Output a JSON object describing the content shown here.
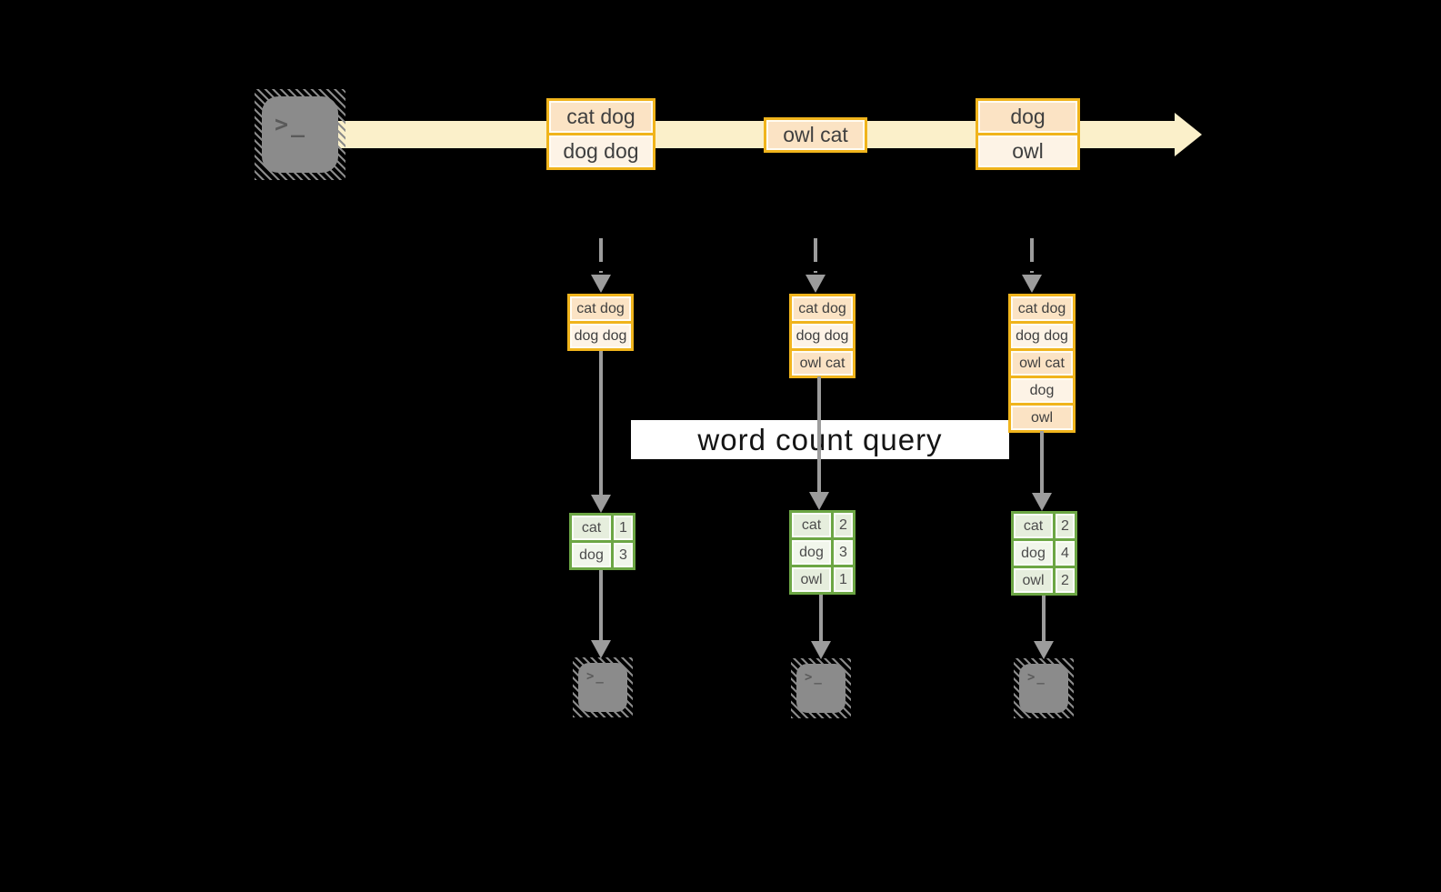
{
  "query_band": {
    "label": "word count query"
  },
  "stream": {
    "event_groups": [
      {
        "lines": [
          "cat dog",
          "dog dog"
        ]
      },
      {
        "lines": [
          "owl cat"
        ]
      },
      {
        "lines": [
          "dog",
          "owl"
        ]
      }
    ]
  },
  "pipelines": [
    {
      "buffer": [
        "cat dog",
        "dog dog"
      ],
      "counts": [
        {
          "word": "cat",
          "count": "1"
        },
        {
          "word": "dog",
          "count": "3"
        }
      ]
    },
    {
      "buffer": [
        "cat dog",
        "dog dog",
        "owl cat"
      ],
      "counts": [
        {
          "word": "cat",
          "count": "2"
        },
        {
          "word": "dog",
          "count": "3"
        },
        {
          "word": "owl",
          "count": "1"
        }
      ]
    },
    {
      "buffer": [
        "cat dog",
        "dog dog",
        "owl cat",
        "dog",
        "owl"
      ],
      "counts": [
        {
          "word": "cat",
          "count": "2"
        },
        {
          "word": "dog",
          "count": "4"
        },
        {
          "word": "owl",
          "count": "2"
        }
      ]
    }
  ],
  "icons": {
    "terminal_glyph": ">_"
  },
  "colors": {
    "stream_band": "#fbf0ca",
    "box_border_orange": "#f0b41c",
    "box_fill_dark": "#fbe3c4",
    "box_fill_light": "#fdf3e6",
    "table_border_green": "#6ca644",
    "table_fill_dark": "#e6eedd",
    "table_fill_light": "#f1f6eb",
    "arrow_gray": "#9c9c9c",
    "terminal_gray": "#8b8b8b",
    "query_band_bg": "#ffffff",
    "text": "#3f3f3f"
  }
}
